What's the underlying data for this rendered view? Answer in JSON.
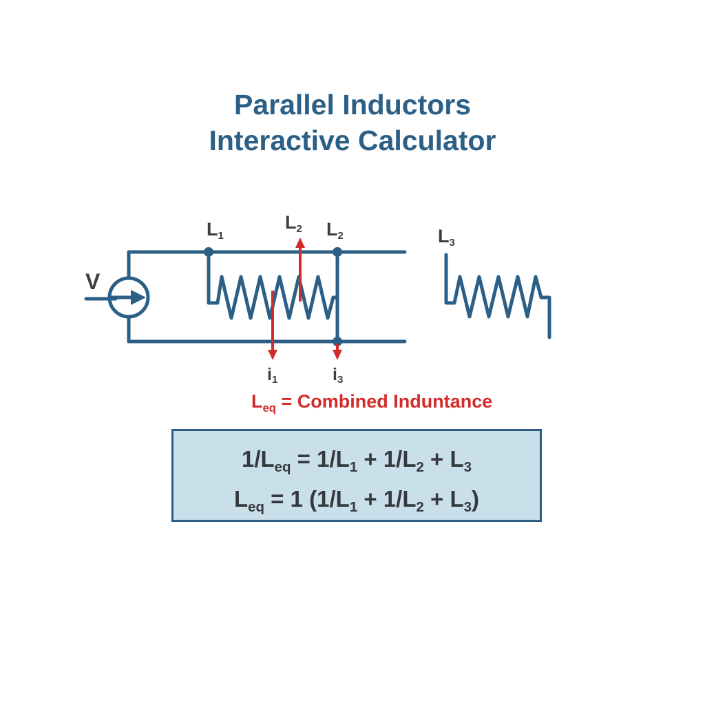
{
  "title": {
    "line1": "Parallel Inductors",
    "line2": "Interactive Calculator"
  },
  "circuit": {
    "source_label": "V",
    "inductor_labels": [
      {
        "base": "L",
        "sub": "1"
      },
      {
        "base": "L",
        "sub": "2"
      },
      {
        "base": "L",
        "sub": "2"
      },
      {
        "base": "L",
        "sub": "3"
      }
    ],
    "current_labels": [
      {
        "base": "i",
        "sub": "1"
      },
      {
        "base": "i",
        "sub": "3"
      }
    ],
    "colors": {
      "wire": "#2b5f86",
      "current": "#d32a2a",
      "text": "#3a3f44"
    }
  },
  "legend": {
    "leq_base": "L",
    "leq_sub": "eq",
    "leq_text": " = Combined Induntance"
  },
  "formulas": {
    "line1": [
      {
        "t": "1/L"
      },
      {
        "s": "eq"
      },
      {
        "t": " = 1/L"
      },
      {
        "s": "1"
      },
      {
        "t": " + 1/L"
      },
      {
        "s": "2"
      },
      {
        "t": " + L"
      },
      {
        "s": "3"
      }
    ],
    "line2": [
      {
        "t": "L"
      },
      {
        "s": "eq"
      },
      {
        "t": " = 1 (1/L"
      },
      {
        "s": "1"
      },
      {
        "t": " + 1/L"
      },
      {
        "s": "2"
      },
      {
        "t": " + L"
      },
      {
        "s": "3"
      },
      {
        "t": ")"
      }
    ]
  }
}
